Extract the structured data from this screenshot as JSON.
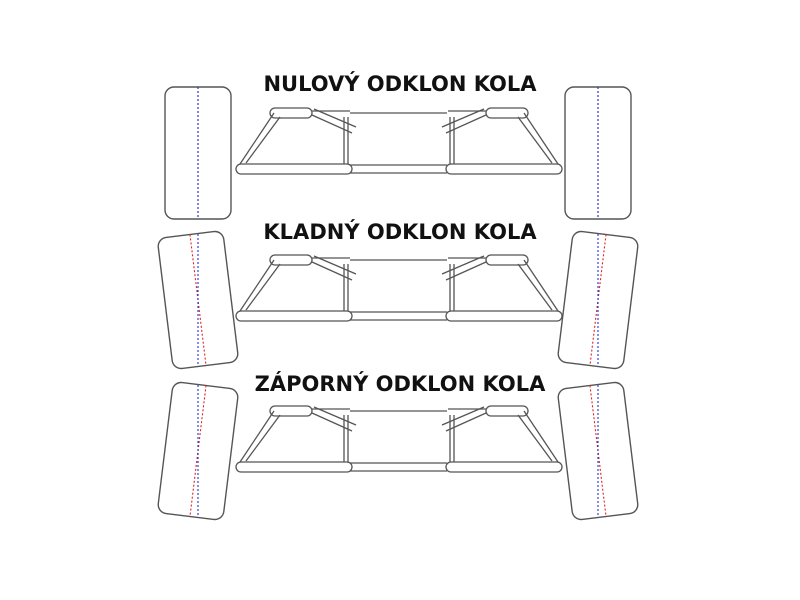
{
  "panels": [
    {
      "title": "NULOVÝ ODKLON KOLA",
      "camber": "zero"
    },
    {
      "title": "KLADNÝ ODKLON KOLA",
      "camber": "positive"
    },
    {
      "title": "ZÁPORNÝ ODKLON KOLA",
      "camber": "negative"
    }
  ],
  "colors": {
    "outline": "#555555",
    "reference_line": "#2233dd",
    "wheel_axis_line": "#dd2222",
    "background": "#ffffff"
  },
  "icons": [
    "wheel-icon",
    "wishbone-icon"
  ]
}
